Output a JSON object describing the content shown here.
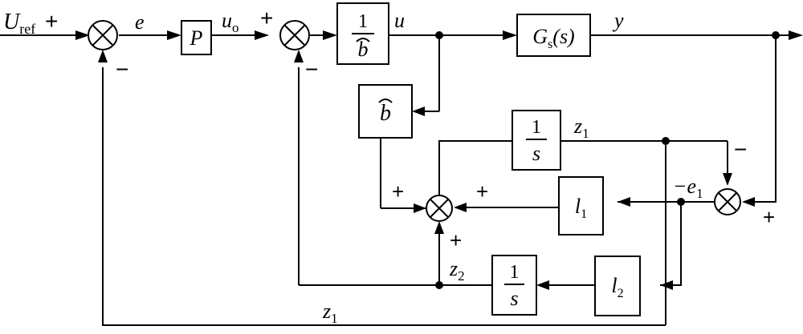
{
  "signals": {
    "u_ref_main": "U",
    "u_ref_sub": "ref",
    "e": "e",
    "u_o_main": "u",
    "u_o_sub": "o",
    "u": "u",
    "y": "y",
    "z1_top": "z",
    "z1_top_sub": "1",
    "z1_bottom": "z",
    "z1_bottom_sub": "1",
    "z2": "z",
    "z2_sub": "2",
    "neg_e1": "−e",
    "neg_e1_sub": "1"
  },
  "blocks": {
    "p": "P",
    "inv_b_num": "1",
    "inv_b_den": "b",
    "b_hat": "b",
    "gs_main": "G",
    "gs_sub": "s",
    "gs_arg": "(s)",
    "int1_num": "1",
    "int1_den": "s",
    "int2_num": "1",
    "int2_den": "s",
    "l1_main": "l",
    "l1_sub": "1",
    "l2_main": "l",
    "l2_sub": "2"
  },
  "signs": {
    "ref_plus": "+",
    "sum1_minus": "−",
    "sum2_plus": "+",
    "sum2_minus": "−",
    "sum3_plus_left": "+",
    "sum3_plus_right": "+",
    "sum3_plus_bottom": "+",
    "sum4_minus": "−",
    "sum4_plus": "+"
  }
}
